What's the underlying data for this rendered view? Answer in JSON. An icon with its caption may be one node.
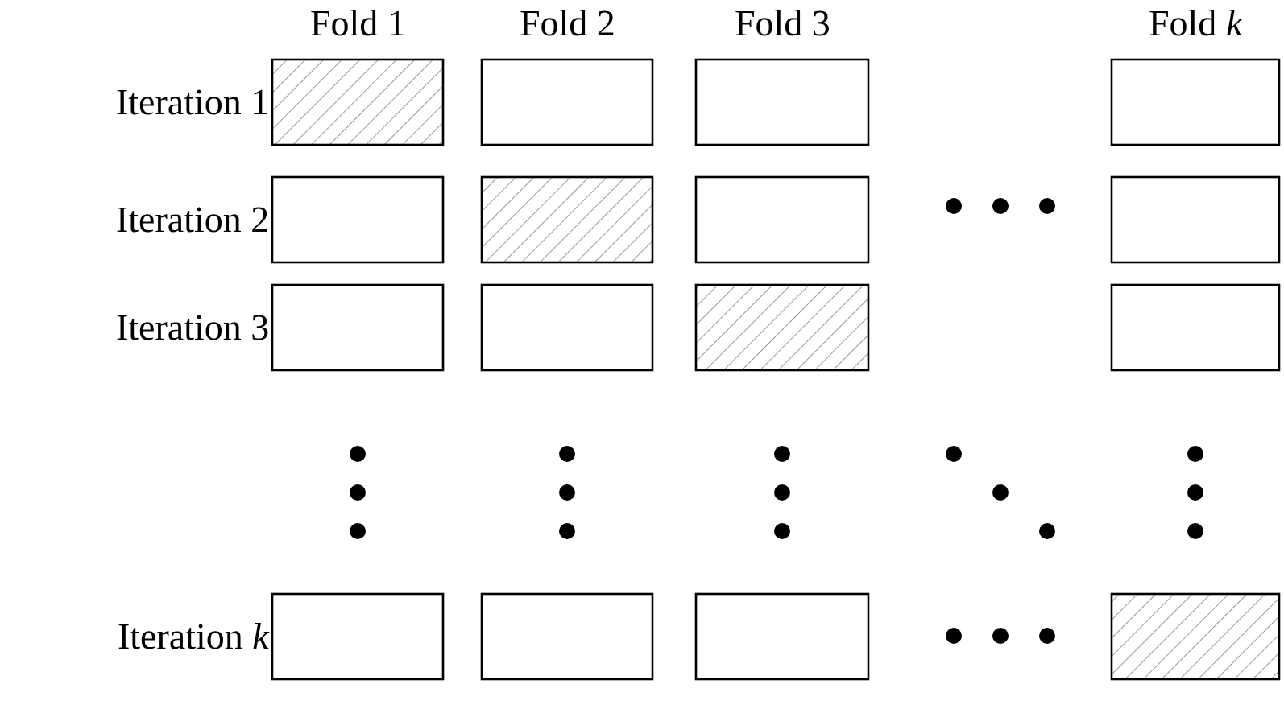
{
  "diagram": {
    "nodes": [
      {
        "text": [],
        "shape": "box"
      },
      {
        "text": [],
        "shape": "box"
      },
      {
        "text": [],
        "shape": "box"
      },
      {
        "text": [],
        "shape": "box"
      },
      {
        "text": [],
        "shape": "box"
      },
      {
        "text": [],
        "shape": "box"
      },
      {
        "text": [],
        "shape": "box"
      },
      {
        "text": [],
        "shape": "box"
      },
      {
        "text": [],
        "shape": "box"
      },
      {
        "text": [],
        "shape": "box"
      },
      {
        "text": [],
        "shape": "box"
      },
      {
        "text": [],
        "shape": "box"
      },
      {
        "text": [],
        "shape": "box"
      },
      {
        "text": [],
        "shape": "box"
      },
      {
        "text": [],
        "shape": "box"
      },
      {
        "text": [],
        "shape": "box"
      }
    ],
    "labels": [
      "Fold 1",
      "Fold 2",
      "Fold 3",
      "Fold *k*",
      "Iteration 1",
      "Iteration 2",
      "Iteration 3",
      "Iteration *k*"
    ]
  }
}
